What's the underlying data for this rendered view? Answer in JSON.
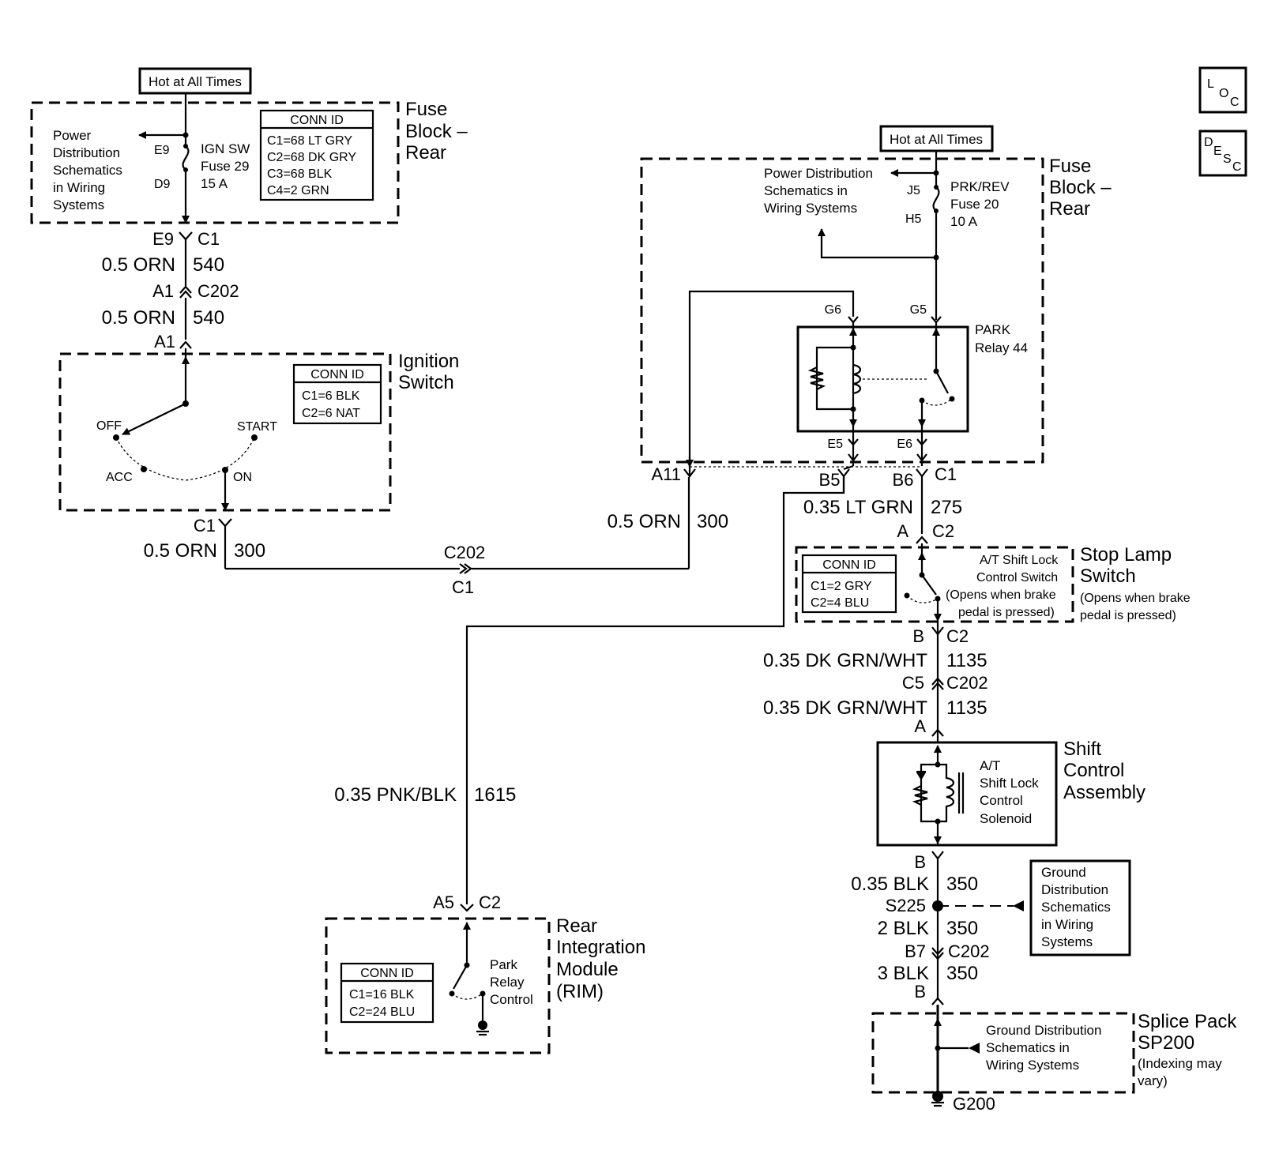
{
  "icons": {
    "loc": "loc-icon",
    "desc": "desc-icon"
  },
  "loc_icon": {
    "l": "L",
    "o": "O",
    "c": "C"
  },
  "desc_icon": {
    "d": "D",
    "e": "E",
    "s": "S",
    "c": "C"
  },
  "left_circuit": {
    "hot_label": "Hot at All Times",
    "fuse_block_title": [
      "Fuse",
      "Block –",
      "Rear"
    ],
    "power_dist": [
      "Power",
      "Distribution",
      "Schematics",
      "in Wiring",
      "Systems"
    ],
    "fuse_pins": {
      "top": "E9",
      "bottom": "D9"
    },
    "fuse_text": [
      "IGN SW",
      "Fuse 29",
      "15 A"
    ],
    "conn_id": {
      "title": "CONN ID",
      "lines": [
        "C1=68 LT GRY",
        "C2=68 DK GRY",
        "C3=68 BLK",
        "C4=2 GRN"
      ]
    },
    "conn_e9": {
      "pin": "E9",
      "conn": "C1"
    },
    "wire_540a": {
      "color": "0.5 ORN",
      "num": "540"
    },
    "conn_a1_c202": {
      "pin": "A1",
      "conn": "C202"
    },
    "wire_540b": {
      "color": "0.5 ORN",
      "num": "540"
    },
    "a1_label": "A1",
    "ignition_title": [
      "Ignition",
      "Switch"
    ],
    "ign_conn_id": {
      "title": "CONN ID",
      "lines": [
        "C1=6 BLK",
        "C2=6 NAT"
      ]
    },
    "ign_positions": {
      "off": "OFF",
      "start": "START",
      "acc": "ACC",
      "on": "ON"
    },
    "c1_label": "C1",
    "wire_300a": {
      "color": "0.5 ORN",
      "num": "300"
    },
    "c202_top": "C202",
    "c202_bottom": "C1",
    "wire_300b": {
      "color": "0.5 ORN",
      "num": "300"
    },
    "wire_1615": {
      "color": "0.35 PNK/BLK",
      "num": "1615"
    },
    "rim_conn": {
      "pin": "A5",
      "conn": "C2"
    },
    "rim_title": [
      "Rear",
      "Integration",
      "Module",
      "(RIM)"
    ],
    "rim_conn_id": {
      "title": "CONN ID",
      "lines": [
        "C1=16 BLK",
        "C2=24 BLU"
      ]
    },
    "park_relay_control": [
      "Park",
      "Relay",
      "Control"
    ]
  },
  "right_circuit": {
    "hot_label": "Hot at All Times",
    "fuse_block_title": [
      "Fuse",
      "Block –",
      "Rear"
    ],
    "power_dist": [
      "Power Distribution",
      "Schematics in",
      "Wiring Systems"
    ],
    "fuse_pins": {
      "top": "J5",
      "bottom": "H5"
    },
    "fuse_text": [
      "PRK/REV",
      "Fuse 20",
      "10 A"
    ],
    "relay_pins": {
      "g6": "G6",
      "g5": "G5",
      "e5": "E5",
      "e6": "E6"
    },
    "relay_title": [
      "PARK",
      "Relay 44"
    ],
    "conn_a11": "A11",
    "conn_b5": "B5",
    "conn_b6": "B6",
    "conn_c1": "C1",
    "wire_275": {
      "color": "0.35 LT GRN",
      "num": "275"
    },
    "conn_a_c2": {
      "pin": "A",
      "conn": "C2"
    },
    "stop_conn_id": {
      "title": "CONN ID",
      "lines": [
        "C1=2 GRY",
        "C2=4 BLU"
      ]
    },
    "stop_inner": [
      "A/T Shift Lock",
      "Control Switch",
      "(Opens when brake",
      "pedal is pressed)"
    ],
    "stop_title": [
      "Stop Lamp",
      "Switch"
    ],
    "stop_note": [
      "(Opens when brake",
      "pedal is pressed)"
    ],
    "conn_b_c2": {
      "pin": "B",
      "conn": "C2"
    },
    "wire_1135a": {
      "color": "0.35 DK GRN/WHT",
      "num": "1135"
    },
    "conn_c5_c202": {
      "pin": "C5",
      "conn": "C202"
    },
    "wire_1135b": {
      "color": "0.35 DK GRN/WHT",
      "num": "1135"
    },
    "a_label": "A",
    "shift_title": [
      "Shift",
      "Control",
      "Assembly"
    ],
    "solenoid": [
      "A/T",
      "Shift Lock",
      "Control",
      "Solenoid"
    ],
    "b_label": "B",
    "wire_350a": {
      "color": "0.35 BLK",
      "num": "350"
    },
    "splice_s225": "S225",
    "ground_dist": [
      "Ground",
      "Distribution",
      "Schematics",
      "in Wiring",
      "Systems"
    ],
    "wire_350b": {
      "color": "2 BLK",
      "num": "350"
    },
    "conn_b7_c202": {
      "pin": "B7",
      "conn": "C202"
    },
    "wire_350c": {
      "color": "3 BLK",
      "num": "350"
    },
    "b_label2": "B",
    "splice_pack_title": [
      "Splice Pack",
      "SP200"
    ],
    "splice_pack_note": [
      "(Indexing may",
      "vary)"
    ],
    "ground_dist2": [
      "Ground Distribution",
      "Schematics in",
      "Wiring Systems"
    ],
    "ground_g200": "G200"
  }
}
